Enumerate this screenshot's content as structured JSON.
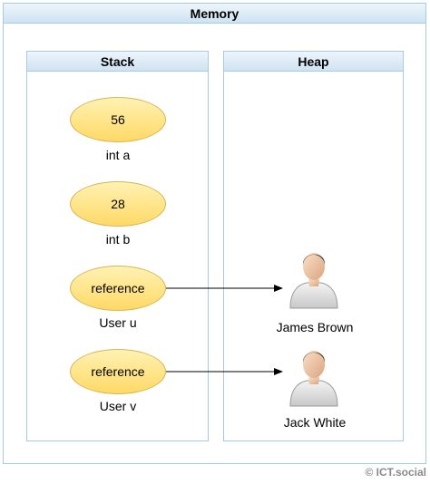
{
  "memory": {
    "title": "Memory"
  },
  "stack": {
    "title": "Stack",
    "items": [
      {
        "value": "56",
        "label": "int a"
      },
      {
        "value": "28",
        "label": "int b"
      },
      {
        "value": "reference",
        "label": "User u"
      },
      {
        "value": "reference",
        "label": "User v"
      }
    ]
  },
  "heap": {
    "title": "Heap",
    "objects": [
      {
        "name": "James Brown"
      },
      {
        "name": "Jack White"
      }
    ]
  },
  "colors": {
    "panel_border": "#a9cbe0",
    "ellipse_fill": "#ffd966",
    "ellipse_border": "#d6b656"
  },
  "footer": {
    "text": "© ICT.social"
  }
}
